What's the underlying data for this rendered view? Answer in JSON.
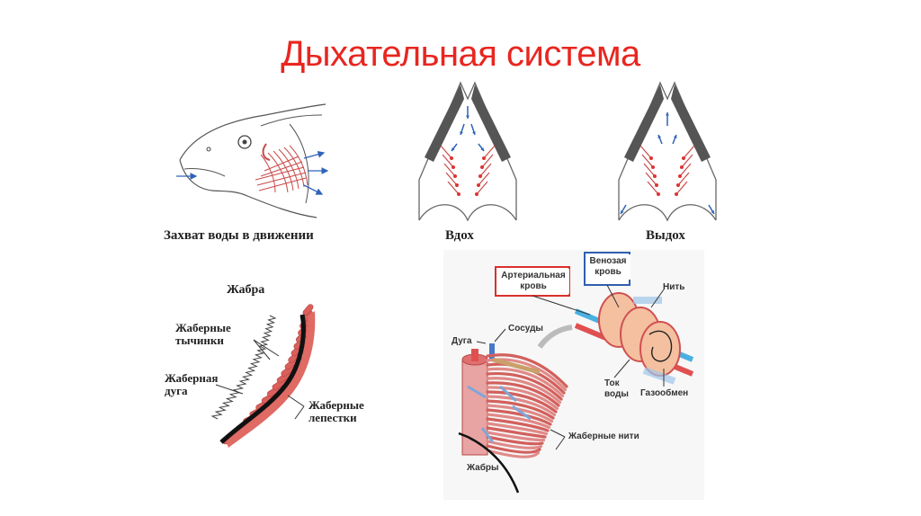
{
  "title": "Дыхательная система",
  "fish_head": {
    "caption": "Захват воды в движении"
  },
  "inhale": {
    "caption": "Вдох"
  },
  "exhale": {
    "caption": "Выдох"
  },
  "gill": {
    "title": "Жабра",
    "rakers": "Жаберные тычинки",
    "arch": "Жаберная дуга",
    "filaments": "Жаберные лепестки"
  },
  "detail": {
    "arterial": "Артериальная кровь",
    "venous": "Венозая кровь",
    "thread": "Нить",
    "arc": "Дуга",
    "vessels": "Сосуды",
    "water_flow": "Ток воды",
    "gas_exchange": "Газообмен",
    "gill_threads": "Жаберные нити",
    "gills": "Жабры"
  },
  "colors": {
    "title": "#e8261f",
    "gill_red": "#c94a4a",
    "arrow_blue": "#2f63b8",
    "arterial_border": "#d9302a",
    "venous_border": "#2e5fb0"
  }
}
